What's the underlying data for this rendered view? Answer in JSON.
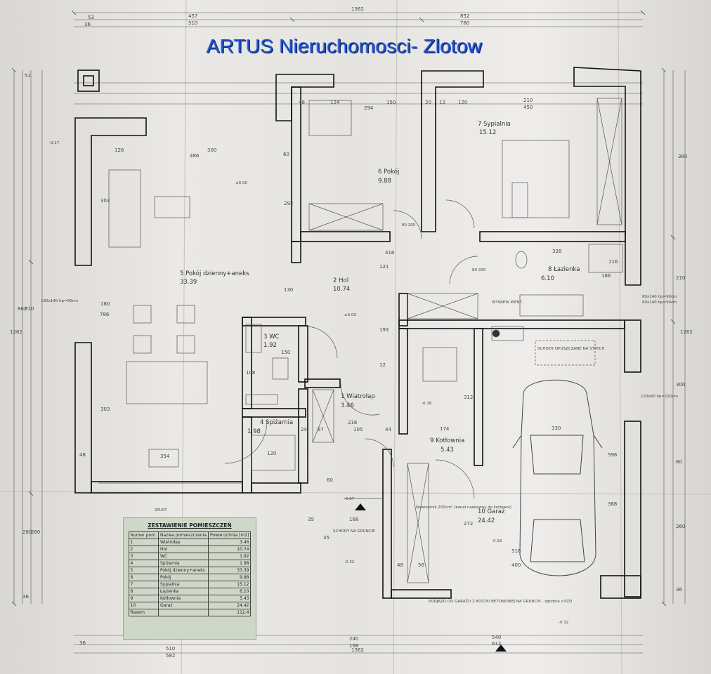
{
  "brand": "ARTUS Nieruchomosci- Zlotow",
  "rooms": [
    {
      "label": "1 Wiatrołap",
      "area": "3.46"
    },
    {
      "label": "2 Hol",
      "area": "10.74"
    },
    {
      "label": "3 WC",
      "area": "1.92"
    },
    {
      "label": "4 Spiżarnia",
      "area": "1.98"
    },
    {
      "label": "5 Pokój dzienny+aneks",
      "area": "33.39"
    },
    {
      "label": "6 Pokój",
      "area": "9.88"
    },
    {
      "label": "7 Sypialnia",
      "area": "15.12"
    },
    {
      "label": "8 Łazienka",
      "area": "6.10"
    },
    {
      "label": "9 Kotłownia",
      "area": "5.43"
    },
    {
      "label": "10 Garaż",
      "area": "24.42"
    }
  ],
  "dimensions": {
    "top": [
      "1362",
      "852",
      "780",
      "457",
      "510",
      "53",
      "36",
      "450",
      "210",
      "294",
      "150",
      "124",
      "120",
      "20",
      "12",
      "48",
      "486",
      "300",
      "126",
      "60"
    ],
    "bottom": [
      "1362",
      "240",
      "168",
      "540",
      "612",
      "510",
      "582",
      "516",
      "400",
      "56",
      "48",
      "36"
    ],
    "left": [
      "1262",
      "862",
      "810",
      "786",
      "303",
      "303",
      "180",
      "48",
      "260",
      "280",
      "36",
      "51"
    ],
    "right": [
      "1262",
      "380",
      "210",
      "300",
      "596",
      "368",
      "260",
      "60",
      "36"
    ],
    "interior": [
      "416",
      "328",
      "292",
      "130",
      "121",
      "193",
      "312",
      "174",
      "216",
      "105",
      "67",
      "44",
      "24",
      "354",
      "120",
      "272",
      "330",
      "168",
      "35",
      "35",
      "60",
      "108",
      "116",
      "186",
      "150",
      "12"
    ]
  },
  "annotations": {
    "level_marks": [
      "±0.00",
      "±0.00",
      "-0.17",
      "-0.18",
      "-0.18",
      "-0.07",
      "-0.32",
      "-0.32"
    ],
    "window_notes": [
      "180x140 hp=90cm",
      "80x140 hp=90cm",
      "120x60 hp=150cm",
      "80x140 hp=90cm"
    ],
    "door_notes": [
      "80 205",
      "80 205"
    ],
    "stairs_ground": "SCHODY NA GRUNCIE",
    "attic_stairs": "SCHODY OPUSZCZANE NA STRYCH",
    "boiler_note": "Nawiewnik 200cm² (kanał nawiewny do kotłowni)",
    "garage_floor_note": "PODJAZD DO GARAŻU Z KOSTKI BETONOWEJ NA GRUNCIE - zgodnie z PZD",
    "wc_note": "WYWIEW WENT.",
    "drainage_note": "SPUST"
  },
  "schedule": {
    "title": "ZESTAWIENIE POMIESZCZEŃ",
    "headers": [
      "Numer pom.",
      "Nazwa pomieszczenia",
      "Powierzchnia [m2]"
    ],
    "rows": [
      [
        "1",
        "Wiatrołap",
        "3.46"
      ],
      [
        "2",
        "Hol",
        "10.74"
      ],
      [
        "3",
        "WC",
        "1.92"
      ],
      [
        "4",
        "Spiżarnia",
        "1.98"
      ],
      [
        "5",
        "Pokój dzienny+aneks",
        "33.39"
      ],
      [
        "6",
        "Pokój",
        "9.88"
      ],
      [
        "7",
        "Sypialnia",
        "15.12"
      ],
      [
        "8",
        "Łazienka",
        "6.10"
      ],
      [
        "9",
        "Kotłownia",
        "5.43"
      ],
      [
        "10",
        "Garaż",
        "24.42"
      ]
    ],
    "total_label": "Razem",
    "total_value": "112.4"
  }
}
